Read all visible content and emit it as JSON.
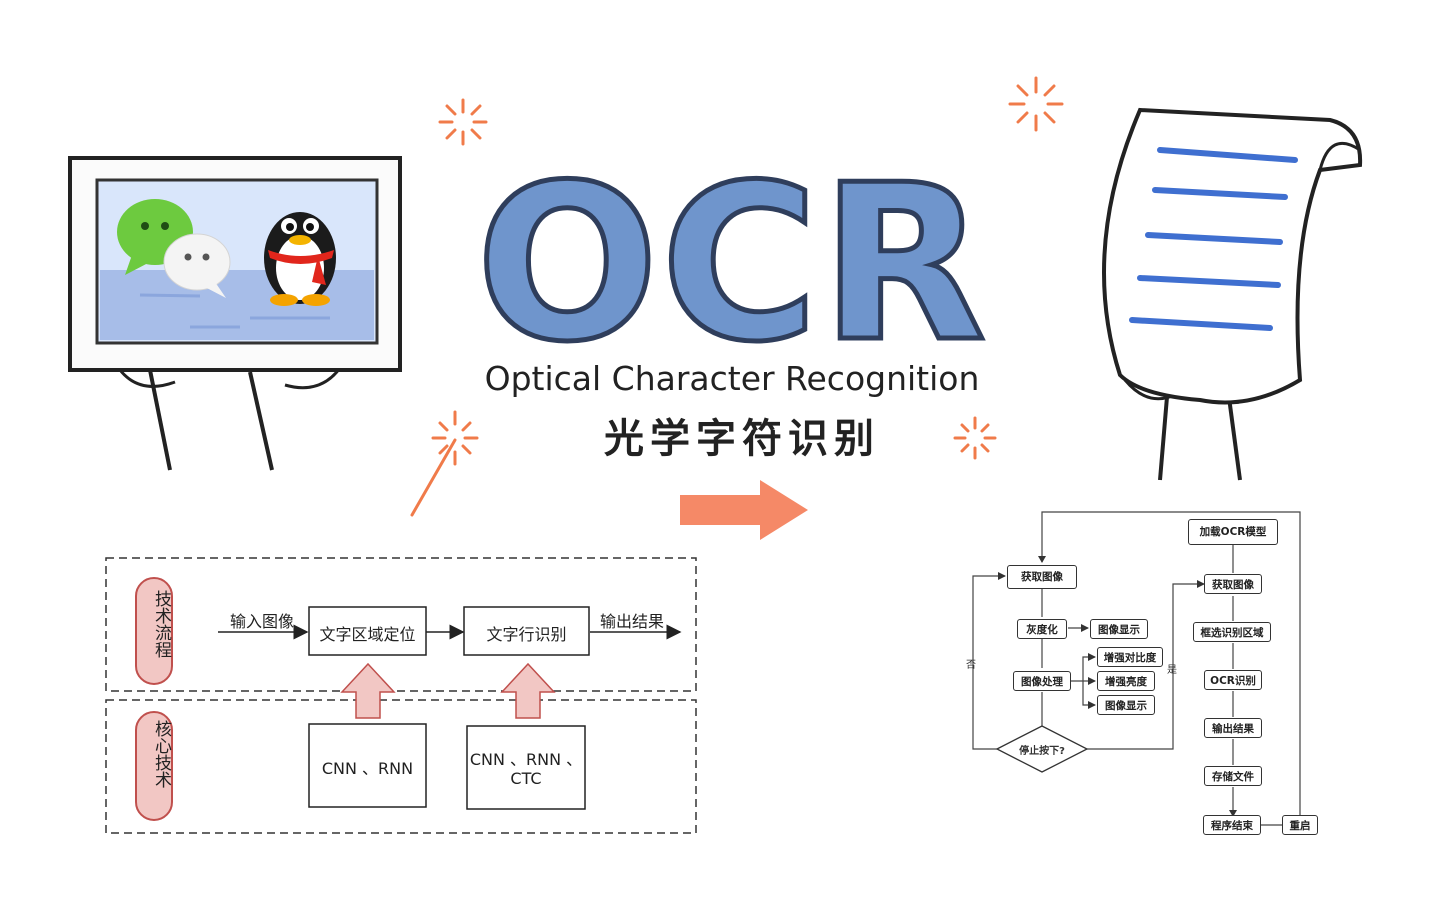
{
  "header": {
    "ocr_letters": "OCR",
    "subtitle_en": "Optical Character Recognition",
    "subtitle_zh": "光学字符识别"
  },
  "colors": {
    "ocr_fill": "#6f95cc",
    "ocr_stroke": "#2f3e5c",
    "sparkle": "#f07b4a",
    "arrow": "#f47c57",
    "tag_fill": "#f2c7c4",
    "tag_stroke": "#c0504d",
    "up_arrow_fill": "#f2c7c4",
    "doc_lines": "#3f6fd0"
  },
  "process_diagram": {
    "row1_tag": "技术流程",
    "row2_tag": "核心技术",
    "input_label": "输入图像",
    "box1": "文字区域定位",
    "box2": "文字行识别",
    "output_label": "输出结果",
    "tech1": "CNN 、RNN",
    "tech2_line1": "CNN 、RNN 、",
    "tech2_line2": "CTC"
  },
  "flowchart": {
    "get_image_left": "获取图像",
    "gray": "灰度化",
    "img_show_1": "图像显示",
    "img_process": "图像处理",
    "enhance_contrast": "增强对比度",
    "enhance_bright": "增强亮度",
    "img_show_2": "图像显示",
    "stop_pressed": "停止按下?",
    "no_label": "否",
    "yes_label": "是",
    "load_model": "加载OCR模型",
    "get_image_right": "获取图像",
    "select_region": "框选识别区域",
    "ocr_recog": "OCR识别",
    "output_result": "输出结果",
    "save_file": "存储文件",
    "program_end": "程序结束",
    "restart": "重启"
  }
}
